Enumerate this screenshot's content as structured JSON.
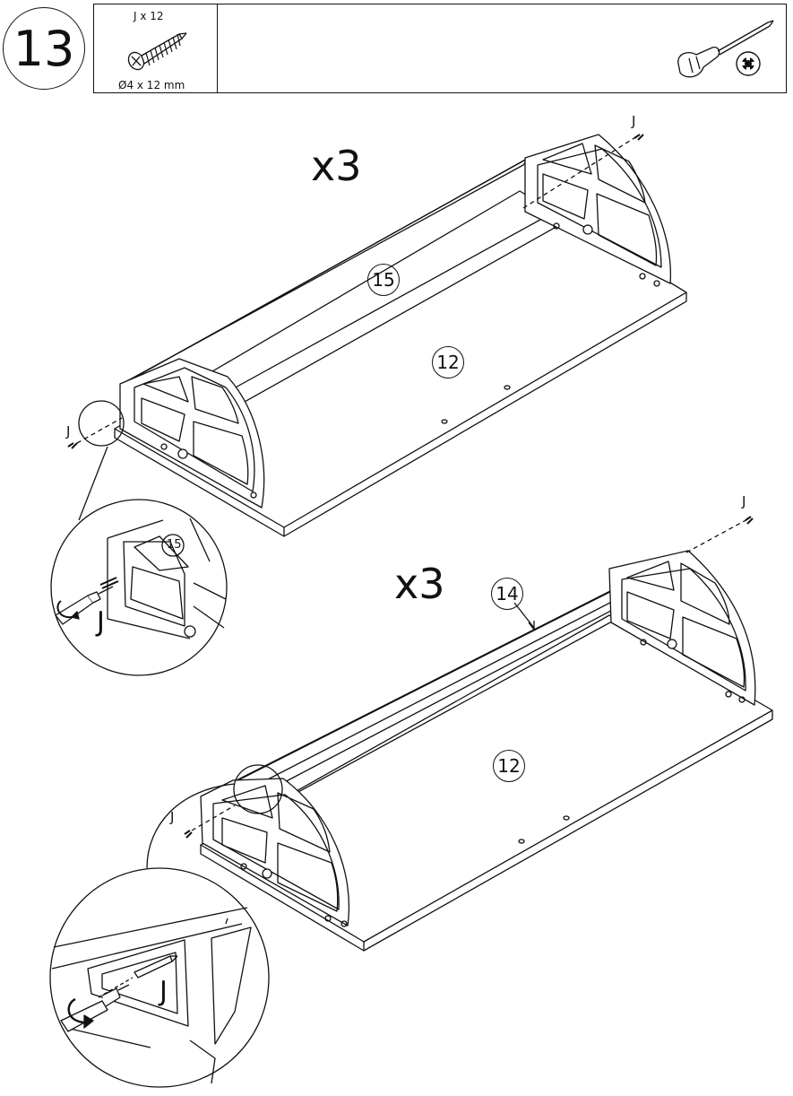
{
  "step": {
    "number": "13"
  },
  "hardware": {
    "part_code_qty": "J  x 12",
    "dimension": "Ø4 x 12 mm",
    "icons": [
      "screw-icon",
      "screwdriver-icon",
      "phillips-head-icon"
    ]
  },
  "upper_assembly": {
    "quantity": "x3",
    "top_panel_label": "15",
    "base_panel_label": "12",
    "screw_label_right": "J",
    "screw_label_left": "J"
  },
  "lower_assembly": {
    "quantity": "x3",
    "top_panel_label": "14",
    "base_panel_label": "12",
    "screw_label_right": "J",
    "screw_label_left": "J"
  },
  "detail_upper": {
    "panel_label": "15",
    "screw_label": "J"
  },
  "detail_lower": {
    "screw_label": "J"
  }
}
